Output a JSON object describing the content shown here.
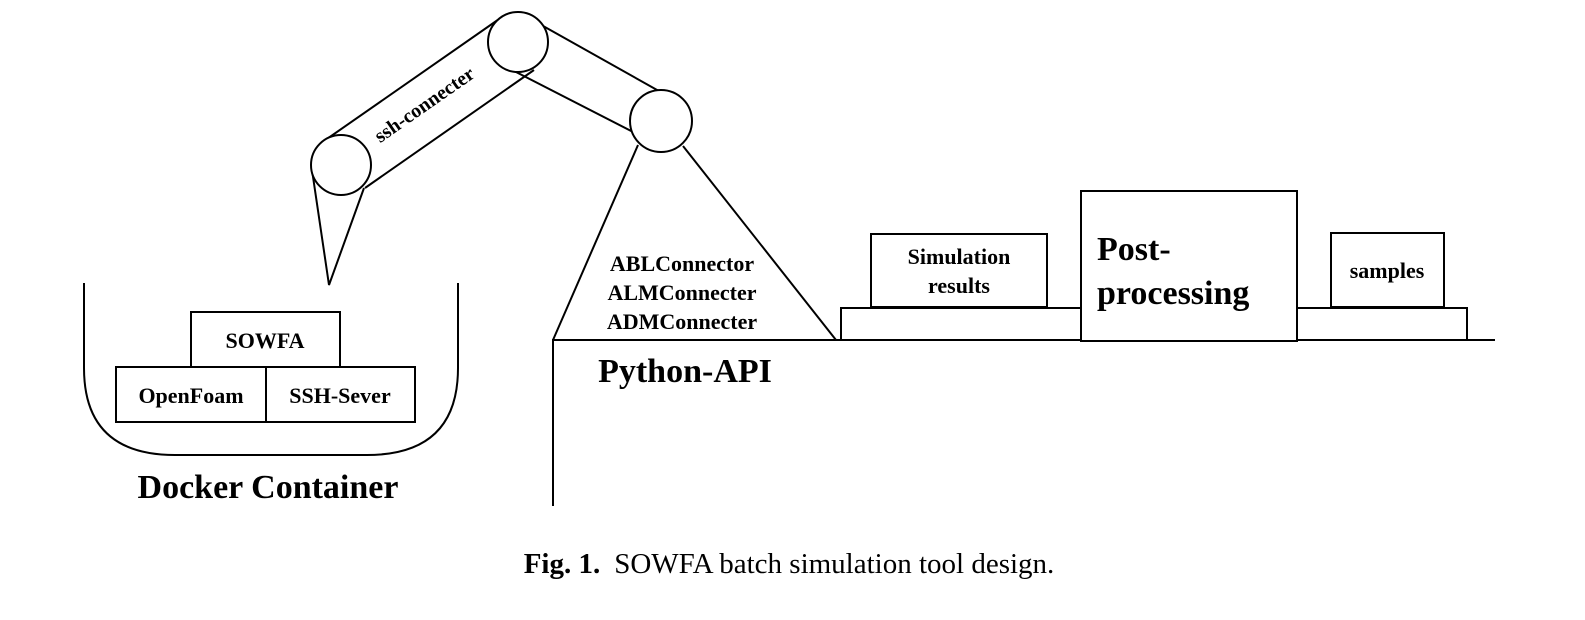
{
  "docker": {
    "title": "Docker Container",
    "top_box": "SOWFA",
    "bottom_left_box": "OpenFoam",
    "bottom_right_box": "SSH-Sever"
  },
  "arm": {
    "label": "ssh-connecter"
  },
  "python_api": {
    "title": "Python-API",
    "modules": [
      "ABLConnector",
      "ALMConnecter",
      "ADMConnecter"
    ]
  },
  "pipeline": {
    "simulation_results": [
      "Simulation",
      "results"
    ],
    "post_processing": [
      "Post-",
      "processing"
    ],
    "samples": "samples"
  },
  "caption": {
    "prefix": "Fig. 1.",
    "text": "SOWFA batch simulation tool design."
  }
}
